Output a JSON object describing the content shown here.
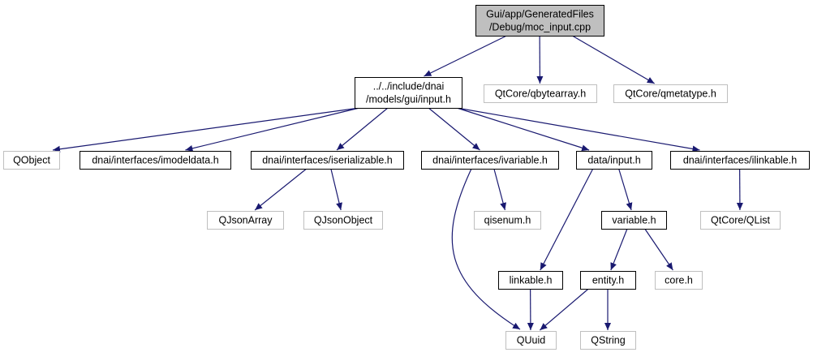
{
  "graph": {
    "colors": {
      "edge": "#191970",
      "root_fill": "#bfbfbf",
      "root_stroke": "#000000",
      "documented_stroke": "#000000",
      "undocumented_stroke": "#bfbfbf",
      "node_fill": "#ffffff",
      "text": "#000000"
    },
    "nodes": [
      {
        "id": "moc",
        "lines": [
          "Gui/app/GeneratedFiles",
          "/Debug/moc_input.cpp"
        ],
        "style": "root"
      },
      {
        "id": "input_h",
        "lines": [
          "../../include/dnai",
          "/models/gui/input.h"
        ],
        "style": "documented"
      },
      {
        "id": "qbytearray",
        "lines": [
          "QtCore/qbytearray.h"
        ],
        "style": "undocumented"
      },
      {
        "id": "qmetatype",
        "lines": [
          "QtCore/qmetatype.h"
        ],
        "style": "undocumented"
      },
      {
        "id": "qobject",
        "lines": [
          "QObject"
        ],
        "style": "undocumented"
      },
      {
        "id": "imodeldata",
        "lines": [
          "dnai/interfaces/imodeldata.h"
        ],
        "style": "documented"
      },
      {
        "id": "iserializable",
        "lines": [
          "dnai/interfaces/iserializable.h"
        ],
        "style": "documented"
      },
      {
        "id": "ivariable",
        "lines": [
          "dnai/interfaces/ivariable.h"
        ],
        "style": "documented"
      },
      {
        "id": "data_input",
        "lines": [
          "data/input.h"
        ],
        "style": "documented"
      },
      {
        "id": "ilinkable",
        "lines": [
          "dnai/interfaces/ilinkable.h"
        ],
        "style": "documented"
      },
      {
        "id": "qjsonarray",
        "lines": [
          "QJsonArray"
        ],
        "style": "undocumented"
      },
      {
        "id": "qjsonobject",
        "lines": [
          "QJsonObject"
        ],
        "style": "undocumented"
      },
      {
        "id": "qisenum",
        "lines": [
          "qisenum.h"
        ],
        "style": "undocumented"
      },
      {
        "id": "variable",
        "lines": [
          "variable.h"
        ],
        "style": "documented"
      },
      {
        "id": "qlist",
        "lines": [
          "QtCore/QList"
        ],
        "style": "undocumented"
      },
      {
        "id": "linkable",
        "lines": [
          "linkable.h"
        ],
        "style": "documented"
      },
      {
        "id": "entity",
        "lines": [
          "entity.h"
        ],
        "style": "documented"
      },
      {
        "id": "core",
        "lines": [
          "core.h"
        ],
        "style": "undocumented"
      },
      {
        "id": "quuid",
        "lines": [
          "QUuid"
        ],
        "style": "undocumented"
      },
      {
        "id": "qstring",
        "lines": [
          "QString"
        ],
        "style": "undocumented"
      }
    ],
    "edges": [
      {
        "from": "moc",
        "to": "input_h"
      },
      {
        "from": "moc",
        "to": "qbytearray"
      },
      {
        "from": "moc",
        "to": "qmetatype"
      },
      {
        "from": "input_h",
        "to": "qobject"
      },
      {
        "from": "input_h",
        "to": "imodeldata"
      },
      {
        "from": "input_h",
        "to": "iserializable"
      },
      {
        "from": "input_h",
        "to": "ivariable"
      },
      {
        "from": "input_h",
        "to": "data_input"
      },
      {
        "from": "input_h",
        "to": "ilinkable"
      },
      {
        "from": "iserializable",
        "to": "qjsonarray"
      },
      {
        "from": "iserializable",
        "to": "qjsonobject"
      },
      {
        "from": "ivariable",
        "to": "qisenum"
      },
      {
        "from": "ivariable",
        "to": "quuid"
      },
      {
        "from": "data_input",
        "to": "variable"
      },
      {
        "from": "data_input",
        "to": "linkable"
      },
      {
        "from": "ilinkable",
        "to": "qlist"
      },
      {
        "from": "variable",
        "to": "entity"
      },
      {
        "from": "variable",
        "to": "core"
      },
      {
        "from": "linkable",
        "to": "quuid"
      },
      {
        "from": "entity",
        "to": "quuid"
      },
      {
        "from": "entity",
        "to": "qstring"
      }
    ]
  }
}
